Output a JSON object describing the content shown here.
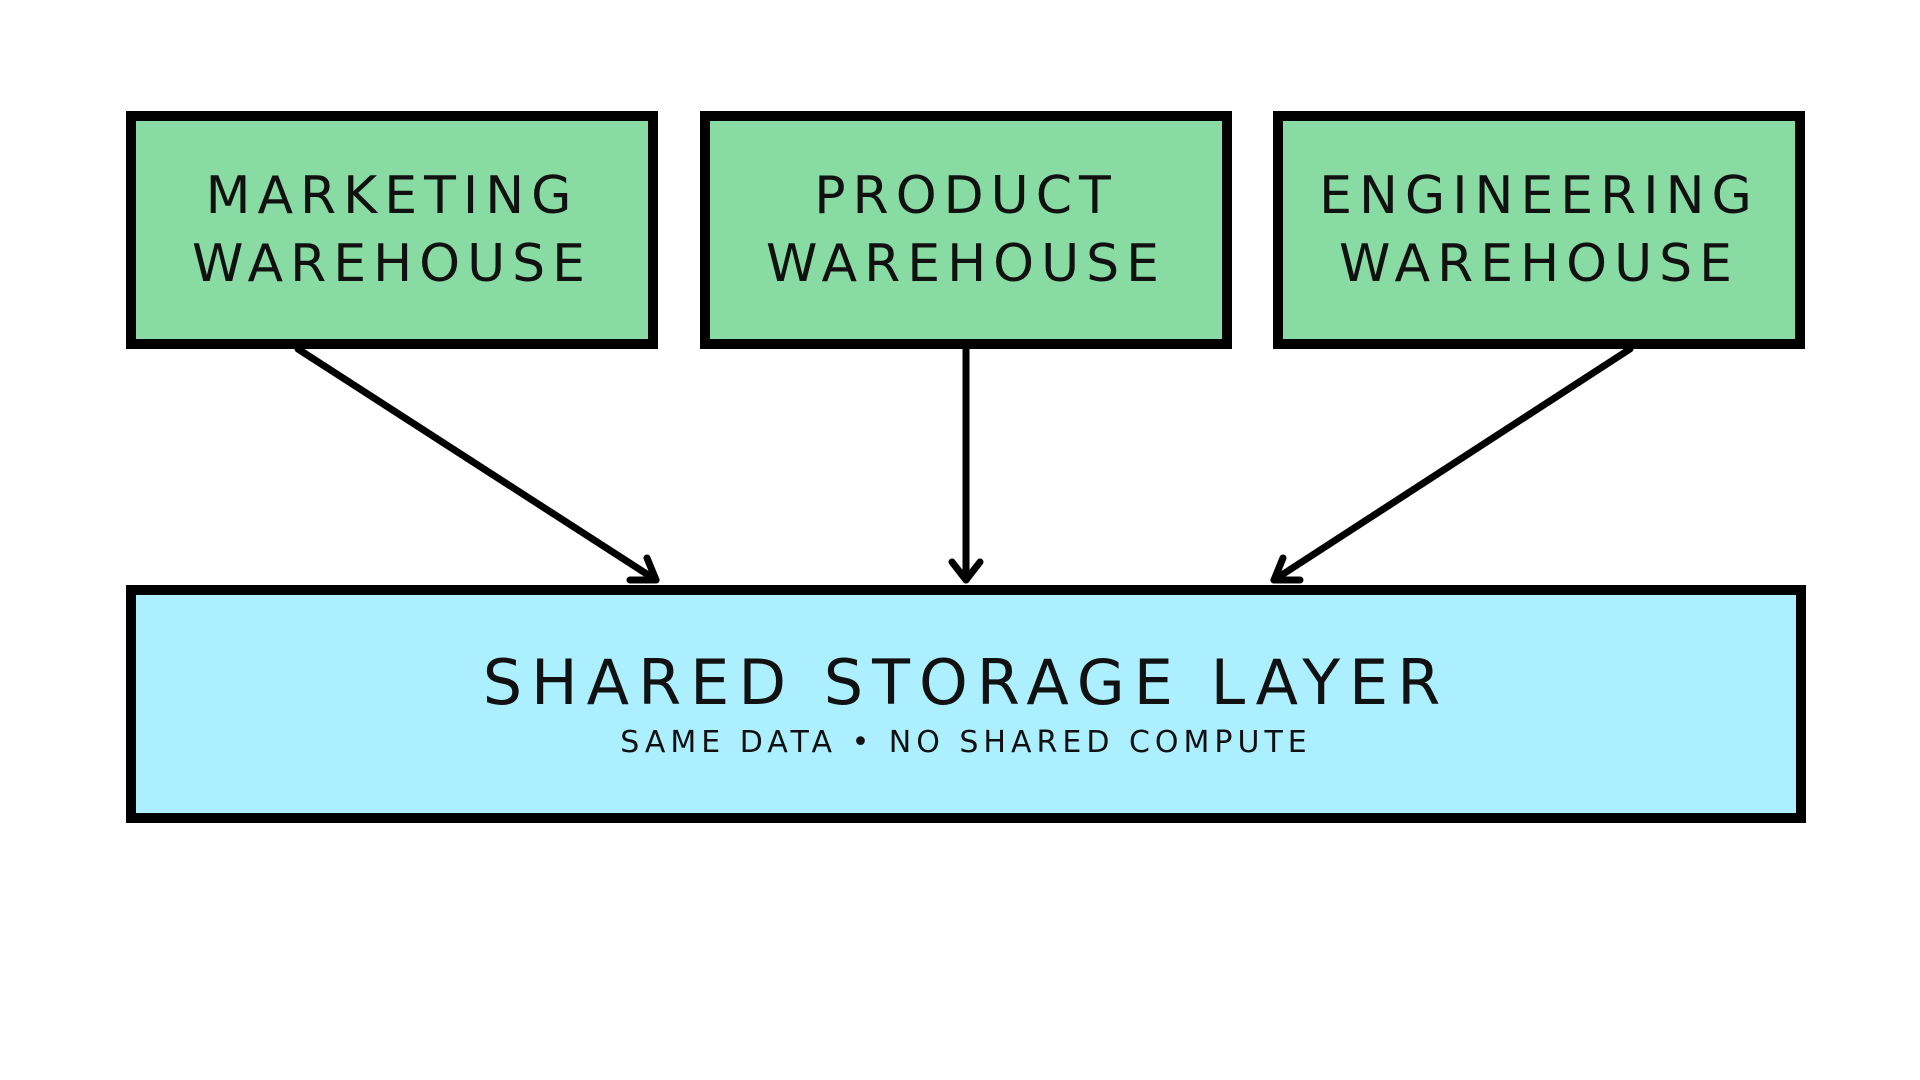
{
  "colors": {
    "warehouse_fill": "#88dca3",
    "storage_fill": "#acefff",
    "stroke": "#000000",
    "background": "#ffffff"
  },
  "warehouses": [
    {
      "line1": "MARKETING",
      "line2": "WAREHOUSE"
    },
    {
      "line1": "PRODUCT",
      "line2": "WAREHOUSE"
    },
    {
      "line1": "ENGINEERING",
      "line2": "WAREHOUSE"
    }
  ],
  "storage": {
    "title": "SHARED STORAGE LAYER",
    "subtitle": "SAME DATA • NO SHARED COMPUTE"
  },
  "connections": [
    {
      "from": "MARKETING WAREHOUSE",
      "to": "SHARED STORAGE LAYER"
    },
    {
      "from": "PRODUCT WAREHOUSE",
      "to": "SHARED STORAGE LAYER"
    },
    {
      "from": "ENGINEERING WAREHOUSE",
      "to": "SHARED STORAGE LAYER"
    }
  ]
}
